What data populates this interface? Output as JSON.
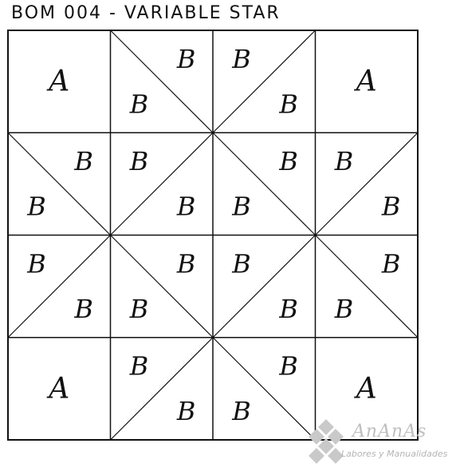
{
  "title": "BOM 004 - VARIABLE STAR",
  "diagram": {
    "rows": 4,
    "cols": 4,
    "cells": [
      {
        "row": 0,
        "col": 0,
        "split": "none",
        "labels": [
          "A"
        ]
      },
      {
        "row": 0,
        "col": 1,
        "split": "tl-br",
        "labels": [
          "B",
          "B"
        ]
      },
      {
        "row": 0,
        "col": 2,
        "split": "tr-bl",
        "labels": [
          "B",
          "B"
        ]
      },
      {
        "row": 0,
        "col": 3,
        "split": "none",
        "labels": [
          "A"
        ]
      },
      {
        "row": 1,
        "col": 0,
        "split": "tl-br",
        "labels": [
          "B",
          "B"
        ]
      },
      {
        "row": 1,
        "col": 1,
        "split": "tr-bl",
        "labels": [
          "B",
          "B"
        ]
      },
      {
        "row": 1,
        "col": 2,
        "split": "tl-br",
        "labels": [
          "B",
          "B"
        ]
      },
      {
        "row": 1,
        "col": 3,
        "split": "tr-bl",
        "labels": [
          "B",
          "B"
        ]
      },
      {
        "row": 2,
        "col": 0,
        "split": "tr-bl",
        "labels": [
          "B",
          "B"
        ]
      },
      {
        "row": 2,
        "col": 1,
        "split": "tl-br",
        "labels": [
          "B",
          "B"
        ]
      },
      {
        "row": 2,
        "col": 2,
        "split": "tr-bl",
        "labels": [
          "B",
          "B"
        ]
      },
      {
        "row": 2,
        "col": 3,
        "split": "tl-br",
        "labels": [
          "B",
          "B"
        ]
      },
      {
        "row": 3,
        "col": 0,
        "split": "none",
        "labels": [
          "A"
        ]
      },
      {
        "row": 3,
        "col": 1,
        "split": "tr-bl",
        "labels": [
          "B",
          "B"
        ]
      },
      {
        "row": 3,
        "col": 2,
        "split": "tl-br",
        "labels": [
          "B",
          "B"
        ]
      },
      {
        "row": 3,
        "col": 3,
        "split": "none",
        "labels": [
          "A"
        ]
      }
    ]
  },
  "watermark": {
    "brand": "AnAnAs",
    "tagline": "Labores y Manualidades",
    "color": "#bfbfbf"
  }
}
